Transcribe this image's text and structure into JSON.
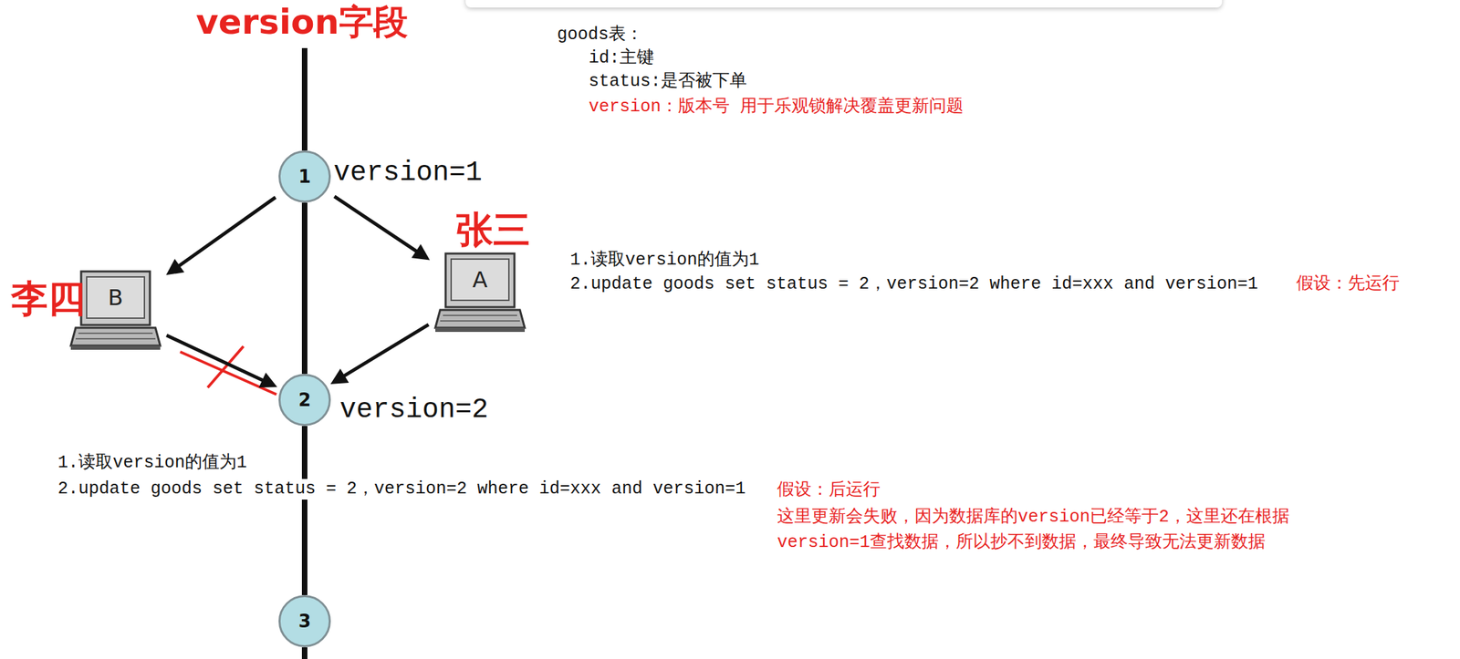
{
  "diagram": {
    "title": "version字段",
    "nodes": [
      {
        "text": [
          "1"
        ]
      },
      {
        "text": [
          "B"
        ]
      },
      {
        "text": [
          "A"
        ]
      },
      {
        "text": [
          "2"
        ]
      },
      {
        "text": [
          "3"
        ]
      }
    ],
    "edges": [
      {
        "from": 0,
        "to": 1,
        "arrow": "to"
      },
      {
        "from": 0,
        "to": 2,
        "arrow": "to"
      },
      {
        "from": 2,
        "to": 3,
        "arrow": "to"
      },
      {
        "from": 1,
        "to": 3,
        "arrow": "to"
      },
      {
        "from": 0,
        "to": 3,
        "arrow": "none"
      },
      {
        "from": 3,
        "to": 4,
        "arrow": "none"
      }
    ],
    "labels": [
      "version=1",
      "张三",
      "李四",
      "version=2",
      "goods表：",
      "id:主键",
      "status:是否被下单",
      "version：版本号 用于乐观锁解决覆盖更新问题",
      "1.读取version的值为1",
      "2.update goods set status = 2，version=2 where id=xxx and version=1",
      "假设：先运行",
      "1.读取version的值为1",
      "2.update goods set status = 2，version=2 where id=xxx and version=1",
      "假设：后运行",
      "这里更新会失败，因为数据库的version已经等于2，这里还在根据 version=1查找数据，所以抄不到数据，最终导致无法更新数据"
    ]
  }
}
